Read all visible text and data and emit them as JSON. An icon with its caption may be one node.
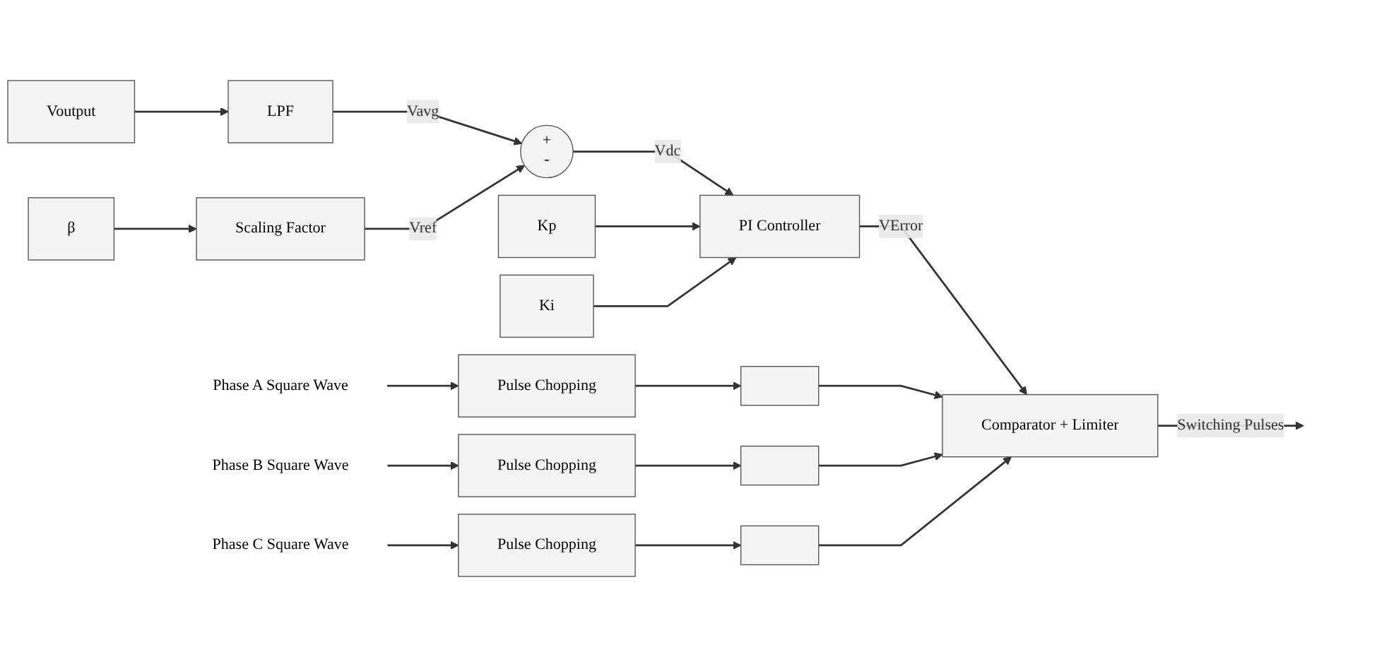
{
  "diagram": {
    "nodes": [
      {
        "text": [
          "Voutput"
        ]
      },
      {
        "text": [
          "LPF"
        ]
      },
      {
        "text": [
          "+",
          "-"
        ]
      },
      {
        "text": [
          "PI Controller"
        ]
      },
      {
        "text": [
          "β"
        ]
      },
      {
        "text": [
          "Scaling Factor"
        ]
      },
      {
        "text": [
          "Kp"
        ]
      },
      {
        "text": [
          "Ki"
        ]
      },
      {
        "text": [
          "Comparator + Limiter"
        ]
      },
      {
        "text": [
          "Phase A Square Wave"
        ]
      },
      {
        "text": [
          "Pulse Chopping"
        ]
      },
      {
        "text": [],
        "shape": "box"
      },
      {
        "text": [
          "Phase B Square Wave"
        ]
      },
      {
        "text": [
          "Pulse Chopping"
        ]
      },
      {
        "text": [],
        "shape": "box"
      },
      {
        "text": [
          "Phase C Square Wave"
        ]
      },
      {
        "text": [
          "Pulse Chopping"
        ]
      },
      {
        "text": [],
        "shape": "box"
      }
    ],
    "edges": [
      {
        "from": 0,
        "to": 1,
        "arrow": "to"
      },
      {
        "from": 1,
        "to": 2,
        "arrow": "to",
        "label": "Vavg"
      },
      {
        "from": 2,
        "to": 3,
        "arrow": "to",
        "label": "Vdc"
      },
      {
        "from": 4,
        "to": 5,
        "arrow": "to"
      },
      {
        "from": 5,
        "to": 2,
        "arrow": "to",
        "label": "Vref"
      },
      {
        "from": 6,
        "to": 3,
        "arrow": "to"
      },
      {
        "from": 7,
        "to": 3,
        "arrow": "to"
      },
      {
        "from": 3,
        "to": 8,
        "arrow": "to",
        "label": "VError"
      },
      {
        "from": 9,
        "to": 10,
        "arrow": "to"
      },
      {
        "from": 10,
        "to": 11,
        "arrow": "to"
      },
      {
        "from": 11,
        "to": 8,
        "arrow": "to"
      },
      {
        "from": 12,
        "to": 13,
        "arrow": "to"
      },
      {
        "from": 13,
        "to": 14,
        "arrow": "to"
      },
      {
        "from": 14,
        "to": 8,
        "arrow": "to"
      },
      {
        "from": 15,
        "to": 16,
        "arrow": "to"
      },
      {
        "from": 16,
        "to": 17,
        "arrow": "to"
      },
      {
        "from": 17,
        "to": 8,
        "arrow": "to"
      },
      {
        "from": 8,
        "to": null,
        "arrow": "to",
        "label": "Switching Pulses"
      }
    ]
  }
}
